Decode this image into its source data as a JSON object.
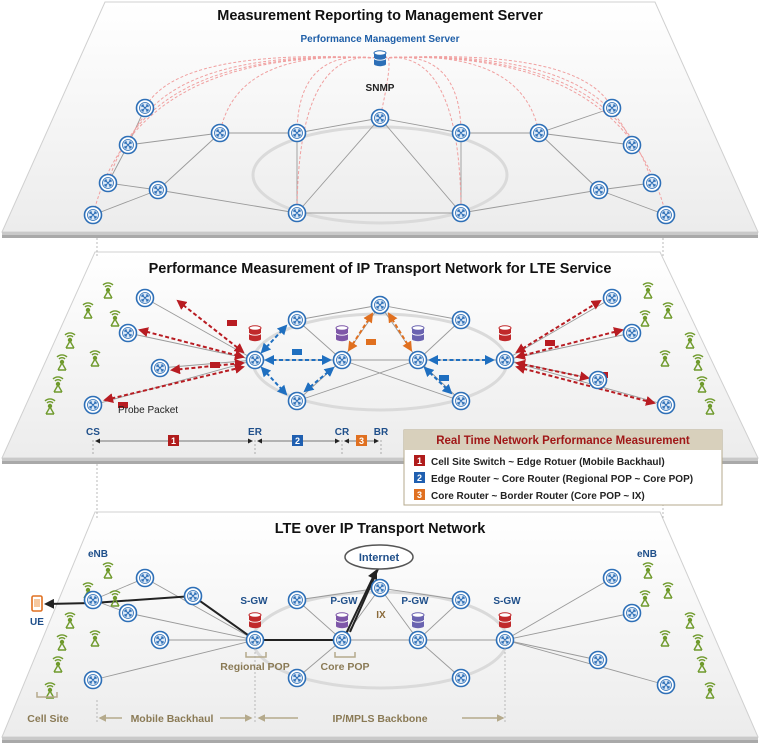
{
  "panels": {
    "top": {
      "title": "Measurement Reporting to Management Server",
      "server_label": "Performance Management Server",
      "snmp_label": "SNMP"
    },
    "middle": {
      "title": "Performance Measurement of IP Transport Network for LTE Service",
      "probe_label": "Probe Packet",
      "scale": {
        "cs": "CS",
        "er": "ER",
        "cr": "CR",
        "br": "BR",
        "seg1": "1",
        "seg2": "2",
        "seg3": "3"
      },
      "legend": {
        "title": "Real Time Network Performance Measurement",
        "items": [
          {
            "num": "1",
            "text": "Cell Site Switch ~ Edge Rotuer (Mobile Backhaul)",
            "color": "#b01c1c"
          },
          {
            "num": "2",
            "text": "Edge Router ~ Core Router (Regional POP ~ Core POP)",
            "color": "#1f5fb0"
          },
          {
            "num": "3",
            "text": "Core Router ~ Border Router (Core POP ~ IX)",
            "color": "#e07020"
          }
        ]
      }
    },
    "bottom": {
      "title": "LTE over IP Transport Network",
      "internet": "Internet",
      "enb_left": "eNB",
      "enb_right": "eNB",
      "ue": "UE",
      "sgw_left": "S-GW",
      "pgw_left": "P-GW",
      "pgw_right": "P-GW",
      "sgw_right": "S-GW",
      "ix": "IX",
      "regional_pop": "Regional POP",
      "core_pop": "Core POP",
      "cell_site": "Cell Site",
      "mobile_backhaul": "Mobile Backhaul",
      "backbone": "IP/MPLS Backbone"
    }
  },
  "colors": {
    "router": "#2d6fb7",
    "antenna": "#6f9a2c",
    "edge_router": "#c0292b",
    "core_router": "#7e57a8",
    "border_router": "#6a63b0",
    "flow_red": "#b81c22",
    "flow_blue": "#1f6fc0",
    "flow_orange": "#e07020",
    "scale_tan": "#b5aa8c"
  },
  "icons": {
    "router": "router-icon",
    "antenna": "cell-antenna-icon",
    "database": "server-database-icon",
    "ue": "mobile-phone-icon"
  }
}
